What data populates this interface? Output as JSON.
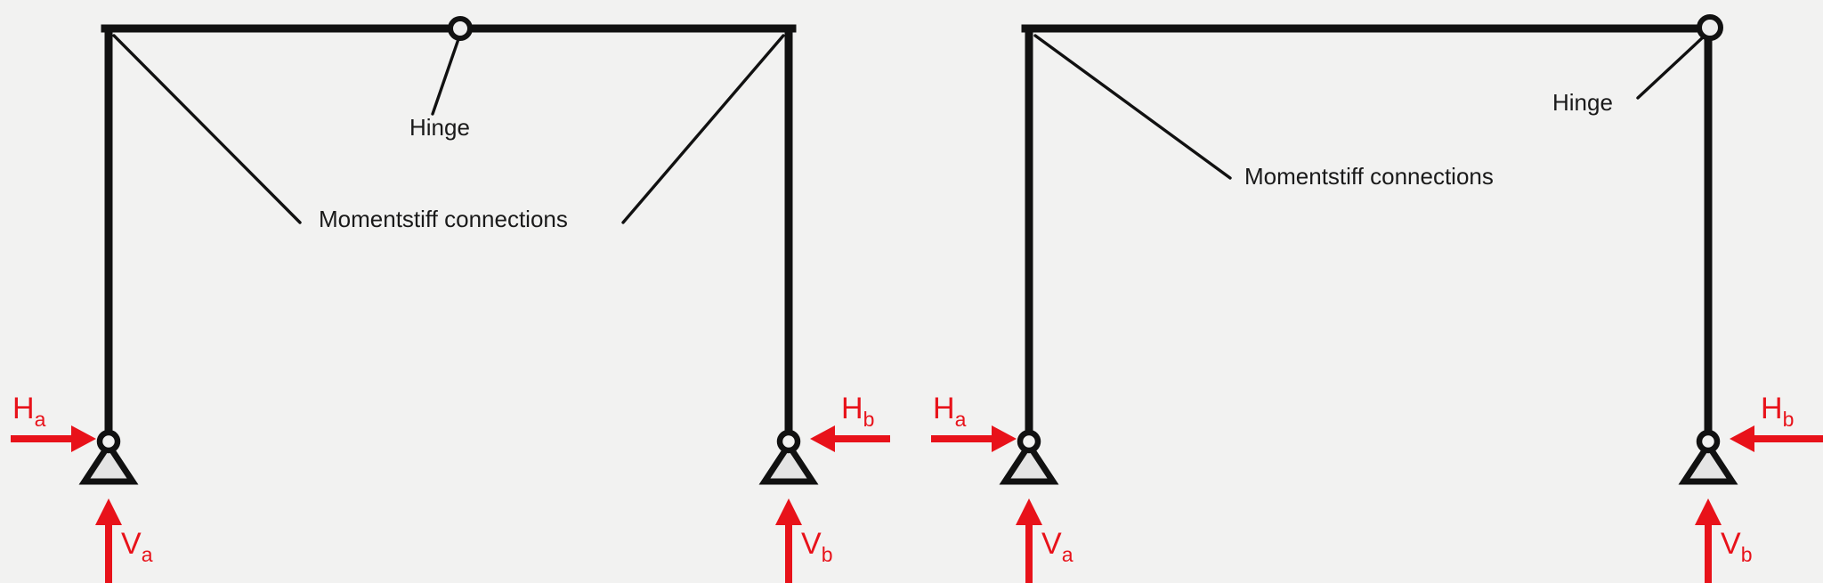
{
  "diagram": {
    "title": "Statically determinate portal frames with pinned supports and an internal hinge",
    "background_color": "#f2f2f1",
    "member_color": "#111111",
    "force_color": "#e8121a",
    "support_fill": "#e4e4e4",
    "hinge_fill": "#ededed"
  },
  "frames": [
    {
      "id": "frame-left",
      "hinge": {
        "label": "Hinge",
        "position": "top-beam-midspan"
      },
      "annotations": {
        "moment_stiff": "Momentstiff connections",
        "moment_stiff_leaders": 2
      },
      "supports": [
        {
          "id": "support-a",
          "type": "pinned",
          "side": "left",
          "horizontal_force": {
            "symbol": "H",
            "subscript": "a",
            "direction": "right"
          },
          "vertical_force": {
            "symbol": "V",
            "subscript": "a",
            "direction": "up"
          }
        },
        {
          "id": "support-b",
          "type": "pinned",
          "side": "right",
          "horizontal_force": {
            "symbol": "H",
            "subscript": "b",
            "direction": "left"
          },
          "vertical_force": {
            "symbol": "V",
            "subscript": "b",
            "direction": "up"
          }
        }
      ]
    },
    {
      "id": "frame-right",
      "hinge": {
        "label": "Hinge",
        "position": "top-right-corner"
      },
      "annotations": {
        "moment_stiff": "Momentstiff connections",
        "moment_stiff_leaders": 1
      },
      "supports": [
        {
          "id": "support-a",
          "type": "pinned",
          "side": "left",
          "horizontal_force": {
            "symbol": "H",
            "subscript": "a",
            "direction": "right"
          },
          "vertical_force": {
            "symbol": "V",
            "subscript": "a",
            "direction": "up"
          }
        },
        {
          "id": "support-b",
          "type": "pinned",
          "side": "right",
          "horizontal_force": {
            "symbol": "H",
            "subscript": "b",
            "direction": "left"
          },
          "vertical_force": {
            "symbol": "V",
            "subscript": "b",
            "direction": "up"
          }
        }
      ]
    }
  ],
  "labels": {
    "hinge_left": "Hinge",
    "hinge_right": "Hinge",
    "moment_left": "Momentstiff connections",
    "moment_right": "Momentstiff connections",
    "f1_Ha": "H",
    "f1_Ha_sub": "a",
    "f1_Va": "V",
    "f1_Va_sub": "a",
    "f1_Hb": "H",
    "f1_Hb_sub": "b",
    "f1_Vb": "V",
    "f1_Vb_sub": "b",
    "f2_Ha": "H",
    "f2_Ha_sub": "a",
    "f2_Va": "V",
    "f2_Va_sub": "a",
    "f2_Hb": "H",
    "f2_Hb_sub": "b",
    "f2_Vb": "V",
    "f2_Vb_sub": "b"
  }
}
